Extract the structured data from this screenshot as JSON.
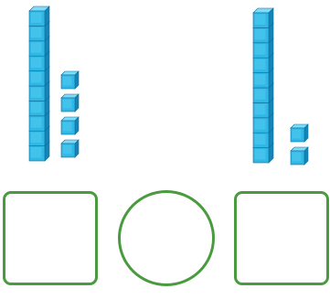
{
  "left_group": {
    "tens": 1,
    "ones": 4
  },
  "right_group": {
    "tens": 1,
    "ones": 2
  },
  "block_colors": {
    "front": "#2fb7e5",
    "front_light": "#54cdf3",
    "top": "#7fdcf8",
    "side": "#1585b8",
    "edge": "#0f6f9c"
  },
  "answer_slots": [
    {
      "shape": "rounded-square",
      "value": ""
    },
    {
      "shape": "circle",
      "value": ""
    },
    {
      "shape": "rounded-square",
      "value": ""
    }
  ],
  "slot_border_color": "#4a9a3f"
}
